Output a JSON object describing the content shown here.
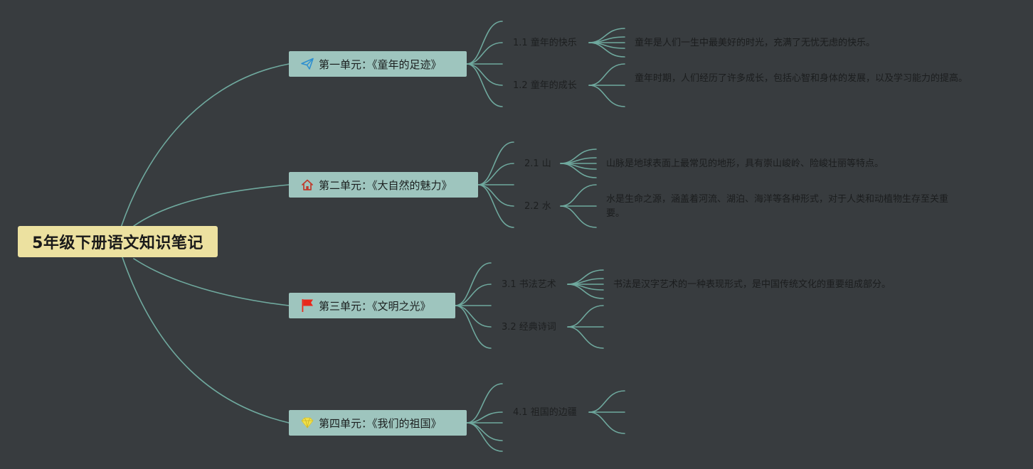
{
  "root": {
    "title": "5年级下册语文知识笔记"
  },
  "units": [
    {
      "title": "第一单元：《童年的足迹》",
      "icon": "paper-plane-icon",
      "subtopics": [
        {
          "title": "1.1 童年的快乐",
          "note": "童年是人们一生中最美好的时光，充满了无忧无虑的快乐。"
        },
        {
          "title": "1.2 童年的成长",
          "note": "童年时期，人们经历了许多成长，包括心智和身体的发展，以及学习能力的提高。"
        }
      ]
    },
    {
      "title": "第二单元：《大自然的魅力》",
      "icon": "home-icon",
      "subtopics": [
        {
          "title": "2.1 山",
          "note": "山脉是地球表面上最常见的地形，具有崇山峻岭、险峻壮丽等特点。"
        },
        {
          "title": "2.2 水",
          "note": "水是生命之源，涵盖着河流、湖泊、海洋等各种形式，对于人类和动植物生存至关重要。"
        }
      ]
    },
    {
      "title": "第三单元：《文明之光》",
      "icon": "red-flag-icon",
      "subtopics": [
        {
          "title": "3.1 书法艺术",
          "note": "书法是汉字艺术的一种表现形式，是中国传统文化的重要组成部分。"
        },
        {
          "title": "3.2 经典诗词",
          "note": ""
        }
      ]
    },
    {
      "title": "第四单元：《我们的祖国》",
      "icon": "diamond-icon",
      "subtopics": [
        {
          "title": "4.1 祖国的边疆",
          "note": ""
        }
      ]
    }
  ],
  "colors": {
    "background": "#383c3f",
    "link": "#6fa99e",
    "root_fill": "#ece1a0",
    "unit_fill": "#9ec5be",
    "plane_icon": "#2e8fd0",
    "home_icon": "#c0392b",
    "flag_icon": "#e8291c",
    "diamond_icon": "#f2e24a"
  }
}
